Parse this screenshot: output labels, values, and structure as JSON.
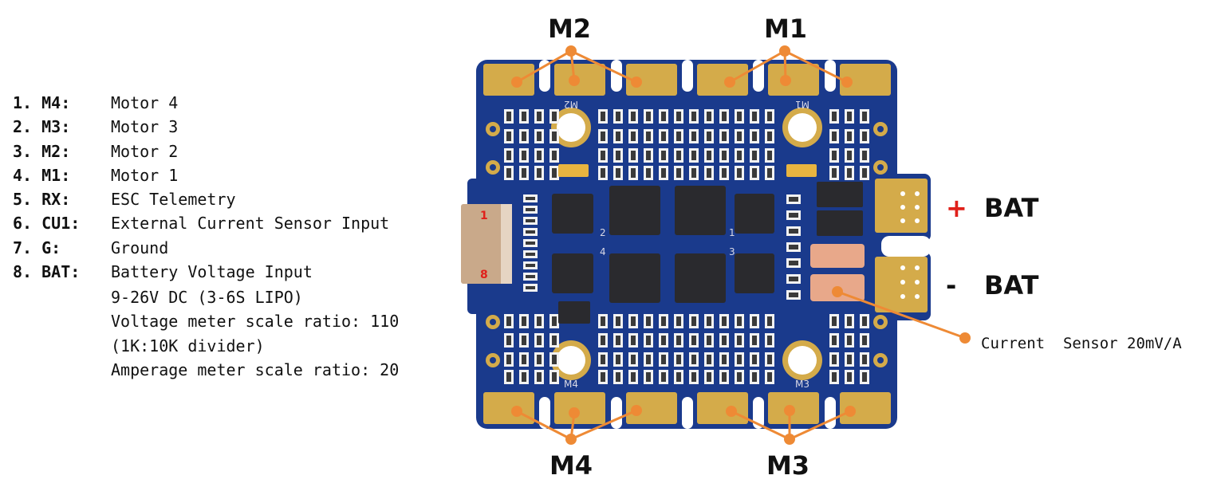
{
  "pinout": [
    {
      "key": "1. M4:",
      "value": "Motor 4"
    },
    {
      "key": "2. M3:",
      "value": "Motor 3"
    },
    {
      "key": "3. M2:",
      "value": "Motor 2"
    },
    {
      "key": "4. M1:",
      "value": "Motor 1"
    },
    {
      "key": "5. RX:",
      "value": "ESC Telemetry"
    },
    {
      "key": "6. CU1:",
      "value": "External Current Sensor Input"
    },
    {
      "key": "7. G:",
      "value": "Ground"
    },
    {
      "key": "8. BAT:",
      "value": "Battery Voltage Input"
    }
  ],
  "battery_notes": [
    "9-26V DC (3-6S LIPO)",
    "Voltage meter scale ratio: 110",
    "(1K:10K divider)",
    "Amperage meter scale ratio: 20"
  ],
  "motor_labels": {
    "m1": "M1",
    "m2": "M2",
    "m3": "M3",
    "m4": "M4"
  },
  "battery_labels": {
    "plus_sign": "+",
    "plus_text": "BAT",
    "minus_sign": "-",
    "minus_text": "BAT"
  },
  "current_sensor_label": "Current  Sensor 20mV/A",
  "connector_pins": {
    "first": "1",
    "last": "8"
  },
  "silkscreen": {
    "m1": "M1",
    "m2": "M2",
    "m3": "M3",
    "m4": "M4",
    "n1": "1",
    "n2": "2",
    "n3": "3",
    "n4": "4"
  },
  "colors": {
    "board": "#1a3a8c",
    "pad": "#d4ab4a",
    "callout": "#ee8a35",
    "plus": "#e0201a"
  }
}
